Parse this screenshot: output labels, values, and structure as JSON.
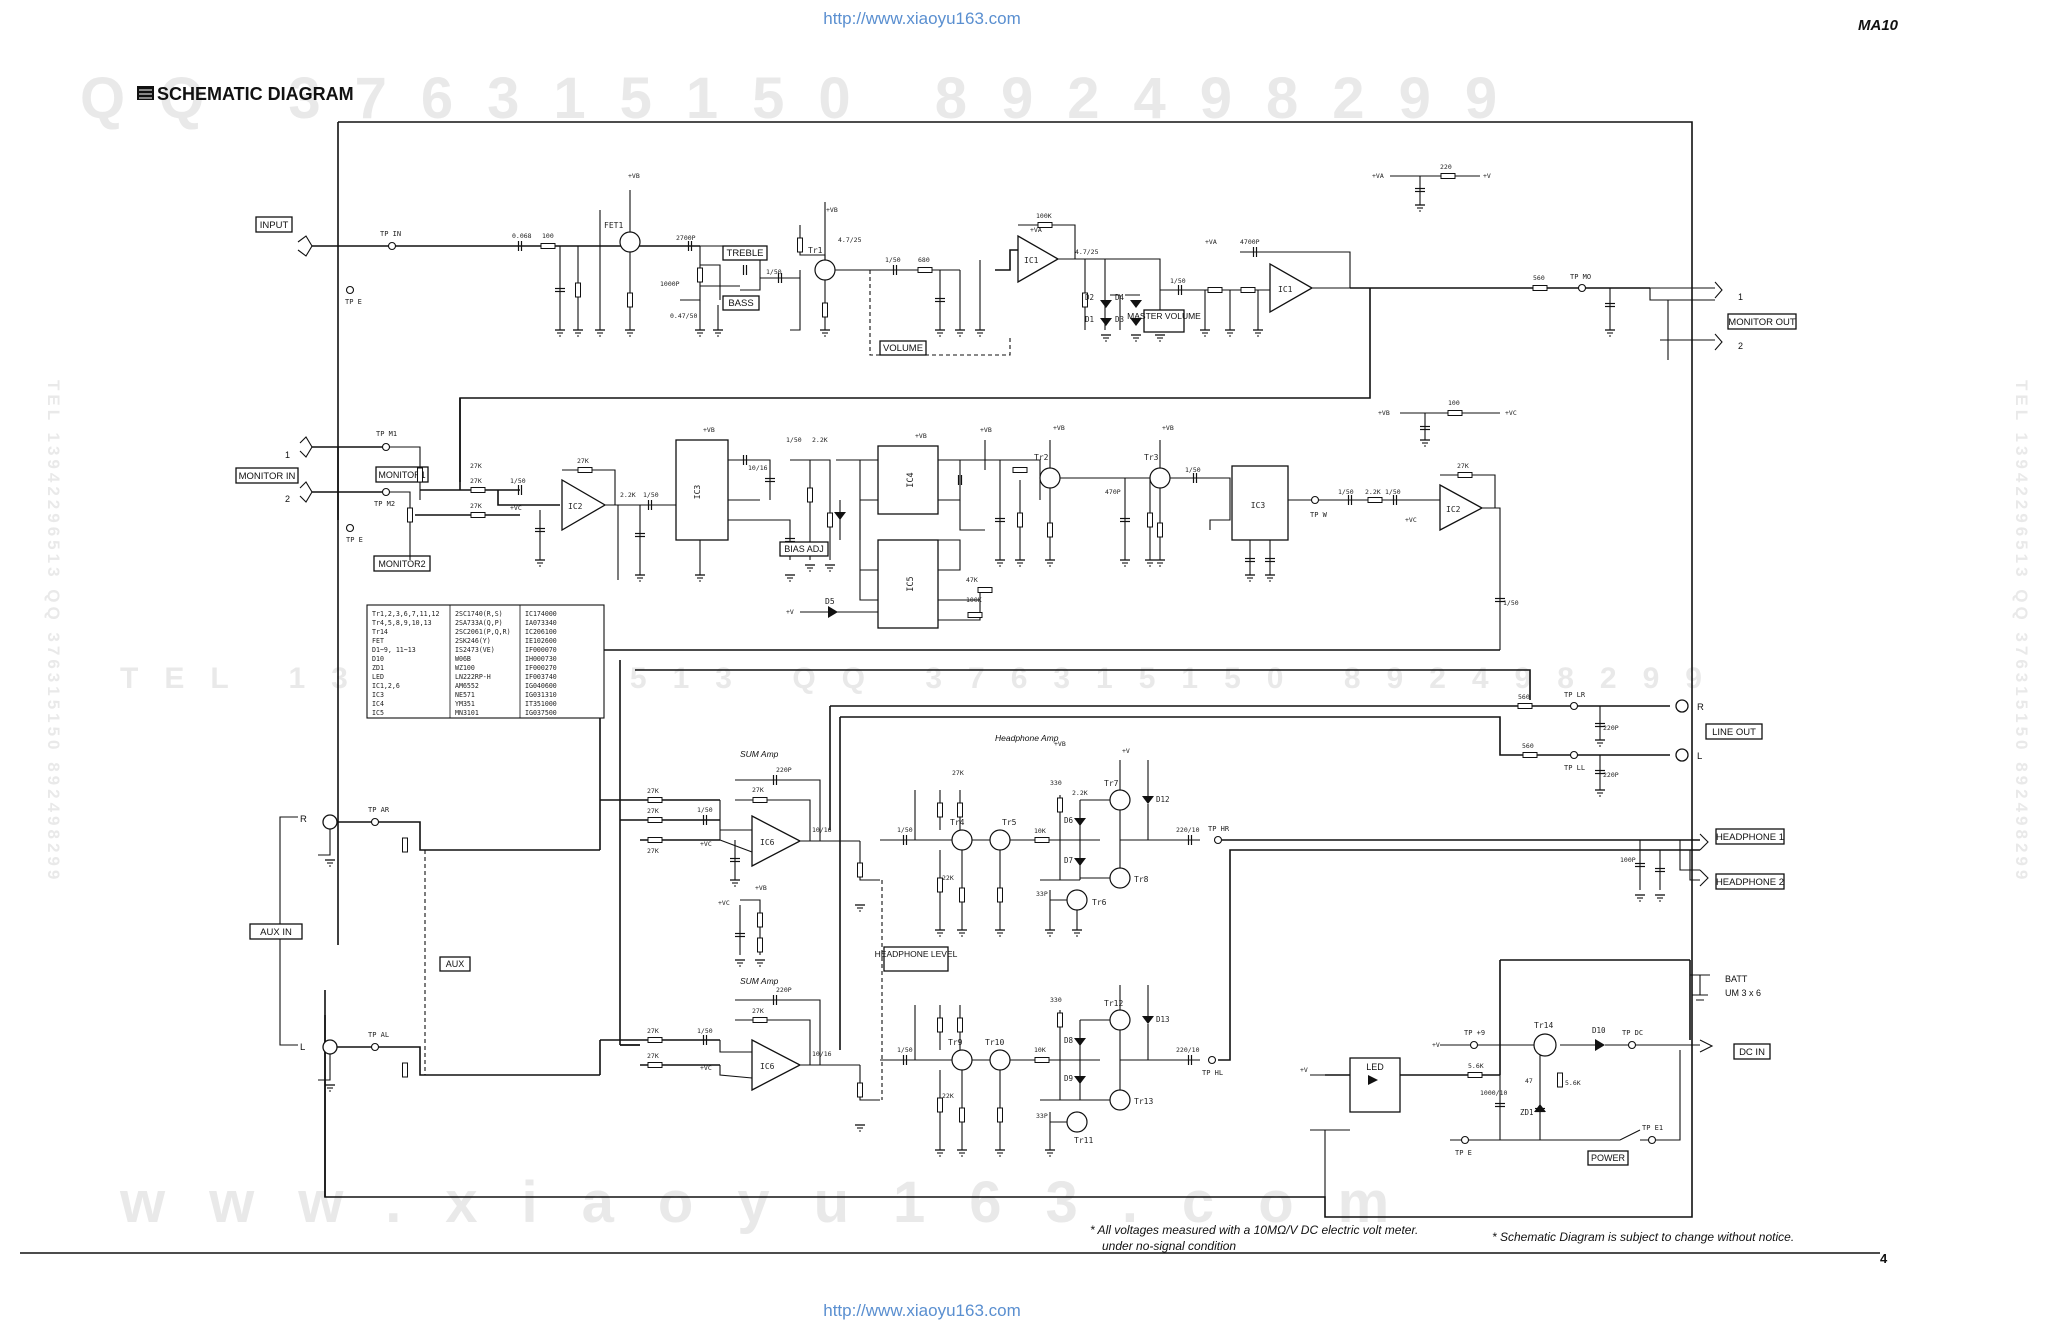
{
  "url_text": "http://www.xiaoyu163.com",
  "model": "MA10",
  "title": "SCHEMATIC DIAGRAM",
  "page_number": "4",
  "watermarks": {
    "qq": "QQ 376315150   892498299",
    "tel": "TEL 13942296513   QQ 376315150   892498299",
    "www": "www.xiaoyu163.com",
    "side": "TEL 13942296513 QQ 376315150 892498299"
  },
  "notes": {
    "voltage": "* All voltages measured with a 10MΩ/V DC electric volt meter.",
    "condition": "under no-signal condition",
    "change": "* Schematic Diagram is subject to change without notice."
  },
  "labels": {
    "input": "INPUT",
    "monitor_in": "MONITOR IN",
    "monitor1": "MONITOR1",
    "monitor2": "MONITOR2",
    "aux_in": "AUX IN",
    "aux": "AUX",
    "treble": "TREBLE",
    "bass": "BASS",
    "volume": "VOLUME",
    "master_volume": "MASTER VOLUME",
    "monitor_out": "MONITOR OUT",
    "bias_adj": "BIAS ADJ",
    "line_out": "LINE OUT",
    "headphone1": "HEADPHONE 1",
    "headphone2": "HEADPHONE 2",
    "headphone_level": "HEADPHONE LEVEL",
    "dc_in": "DC IN",
    "power": "POWER",
    "led": "LED",
    "batt": "BATT",
    "batt_spec": "UM 3 x 6",
    "sum_amp": "SUM Amp",
    "headphone_amp": "Headphone Amp",
    "r": "R",
    "l": "L",
    "one": "1",
    "two": "2"
  },
  "components": {
    "fet1": "FET1",
    "tr1": "Tr1",
    "tr2": "Tr2",
    "tr3": "Tr3",
    "tr4": "Tr4",
    "tr5": "Tr5",
    "tr6": "Tr6",
    "tr7": "Tr7",
    "tr8": "Tr8",
    "tr9": "Tr9",
    "tr10": "Tr10",
    "tr11": "Tr11",
    "tr12": "Tr12",
    "tr13": "Tr13",
    "tr14": "Tr14",
    "ic1a": "IC1",
    "ic1b": "IC1",
    "ic2a": "IC2",
    "ic2b": "IC2",
    "ic3a": "IC3",
    "ic3b": "IC3",
    "ic4": "IC4",
    "ic5": "IC5",
    "ic6a": "IC6",
    "ic6b": "IC6",
    "d1": "D1",
    "d2": "D2",
    "d3": "D3",
    "d4": "D4",
    "d5": "D5",
    "d6": "D6",
    "d7": "D7",
    "d8": "D8",
    "d9": "D9",
    "d10": "D10",
    "d12": "D12",
    "d13": "D13",
    "zd1": "ZD1"
  },
  "test_points": {
    "tp_in": "TP IN",
    "tp_e": "TP E",
    "tp_mo": "TP MO",
    "tp_m1": "TP M1",
    "tp_m2": "TP M2",
    "tp_w": "TP W",
    "tp_lr": "TP LR",
    "tp_ll": "TP LL",
    "tp_ar": "TP AR",
    "tp_al": "TP AL",
    "tp_hr": "TP HR",
    "tp_hl": "TP HL",
    "tp_9": "TP +9",
    "tp_dc": "TP DC",
    "tp_e1": "TP E1",
    "tp_e2": "TP E"
  },
  "parts_table": [
    [
      "Tr1,2,3,6,7,11,12",
      "2SC1740(R,S)",
      "IC174000"
    ],
    [
      "Tr4,5,8,9,10,13",
      "2SA733A(Q,P)",
      "IA073340"
    ],
    [
      "Tr14",
      "2SC2061(P,Q,R)",
      "IC206100"
    ],
    [
      "FET",
      "2SK246(Y)",
      "IE102600"
    ],
    [
      "D1~9, 11~13",
      "IS2473(VE)",
      "IF000070"
    ],
    [
      "D10",
      "W06B",
      "IH000730"
    ],
    [
      "ZD1",
      "WZ100",
      "IF000270"
    ],
    [
      "LED",
      "LN222RP-H",
      "IF003740"
    ],
    [
      "IC1,2,6",
      "AM6552",
      "IG040600"
    ],
    [
      "IC3",
      "NE571",
      "IG031310"
    ],
    [
      "IC4",
      "YM351",
      "IT351000"
    ],
    [
      "IC5",
      "MN3101",
      "IG037500"
    ]
  ],
  "values": {
    "r27k": "27K",
    "r100": "100",
    "r10k": "10K",
    "r22k": "22K",
    "r47k": "47K",
    "r5_6k": "5.6K",
    "r330": "330",
    "r560": "560",
    "r220": "220",
    "r2_2k": "2.2K",
    "r680": "680",
    "r100k": "100K",
    "c0068": "0.068",
    "c1_50": "1/50",
    "c10_16": "10/16",
    "c220_10": "220/10",
    "c470p": "470P",
    "c4700p": "4700P",
    "c2700p": "2700P",
    "c1000p": "1000P",
    "c220p": "220P",
    "c33p": "33P",
    "c1000_10": "1000/10",
    "c47_25": "4.7/25",
    "c0_47_50": "0.47/50",
    "c4_7": "4.7",
    "c100p": "100P",
    "c47": "47"
  },
  "supply": {
    "vb": "+VB",
    "va": "+VA",
    "vc": "+VC",
    "v": "+V",
    "vin": "+V"
  }
}
